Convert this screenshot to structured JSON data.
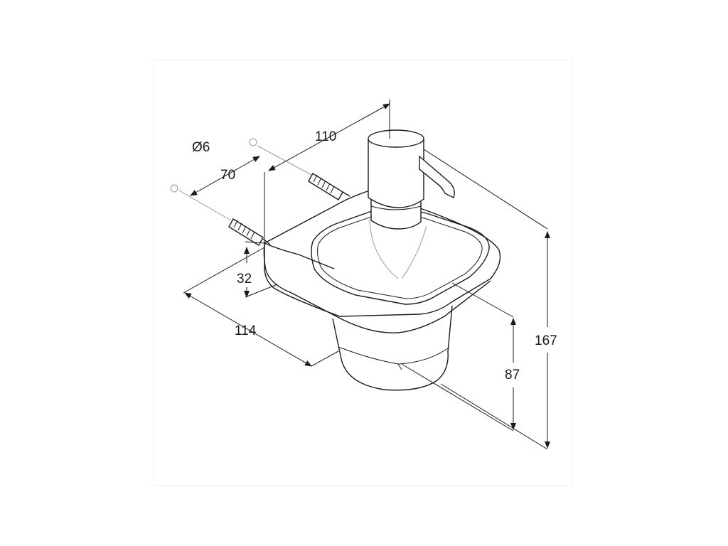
{
  "dimensions": {
    "height_total": "167",
    "height_glass": "87",
    "width_holder": "114",
    "depth_overall": "110",
    "hole_spacing": "70",
    "hole_diameter": "Ø6",
    "plate_height": "32"
  }
}
